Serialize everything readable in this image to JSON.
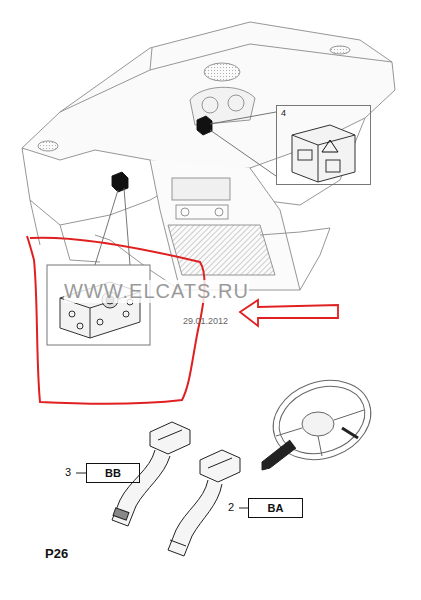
{
  "diagram": {
    "nodes": [
      {
        "text": [
          "4"
        ]
      },
      {
        "text": [
          "BB"
        ]
      },
      {
        "text": [
          "BA"
        ]
      }
    ],
    "edges": [],
    "labels": [
      "3",
      "2",
      "WWW.ELCATS.RU",
      "29.01.2012",
      "P26"
    ]
  }
}
